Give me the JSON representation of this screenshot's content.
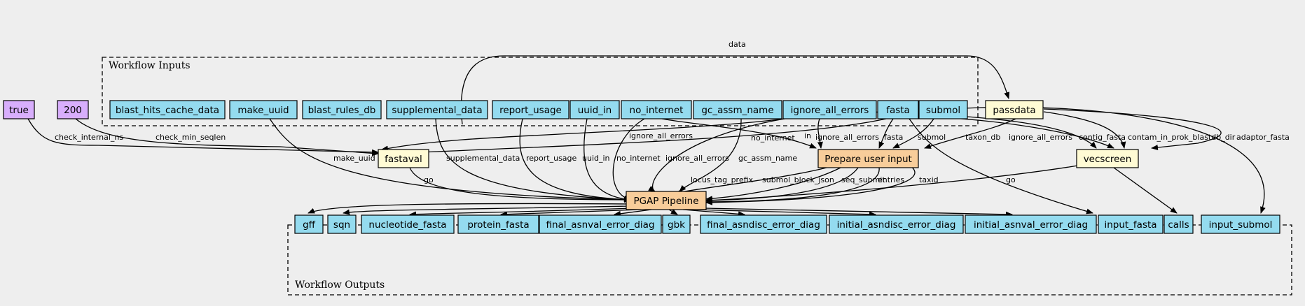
{
  "colors": {
    "input": "#94dbef",
    "prompt": "#d8aefc",
    "step": "#fffbd4",
    "main": "#f8cd9a",
    "background": "#eeeeee"
  },
  "clusters": {
    "inputs": "Workflow Inputs",
    "outputs": "Workflow Outputs"
  },
  "nodes": {
    "true": "true",
    "n200": "200",
    "blast_hits_cache_data": "blast_hits_cache_data",
    "make_uuid": "make_uuid",
    "blast_rules_db": "blast_rules_db",
    "supplemental_data": "supplemental_data",
    "report_usage": "report_usage",
    "uuid_in": "uuid_in",
    "no_internet": "no_internet",
    "gc_assm_name": "gc_assm_name",
    "ignore_all_errors": "ignore_all_errors",
    "fasta": "fasta",
    "submol": "submol",
    "passdata": "passdata",
    "fastaval": "fastaval",
    "prepare": "Prepare user input",
    "vecscreen": "vecscreen",
    "pgap": "PGAP Pipeline",
    "gff": "gff",
    "sqn": "sqn",
    "nucleotide_fasta": "nucleotide_fasta",
    "protein_fasta": "protein_fasta",
    "final_asnval_error_diag": "final_asnval_error_diag",
    "gbk": "gbk",
    "final_asndisc_error_diag": "final_asndisc_error_diag",
    "initial_asndisc_error_diag": "initial_asndisc_error_diag",
    "initial_asnval_error_diag": "initial_asnval_error_diag",
    "input_fasta": "input_fasta",
    "calls": "calls",
    "input_submol": "input_submol"
  },
  "edge_labels": {
    "data": "data",
    "check_internal_ns": "check_internal_ns",
    "check_min_seqlen": "check_min_seqlen",
    "ignore_all_errors": "ignore_all_errors",
    "in": "in",
    "no_internet": "no_internet",
    "fasta": "fasta",
    "submol": "submol",
    "taxon_db": "taxon_db",
    "contig_fasta": "contig_fasta",
    "contam_in_prok_blastdb_dir": "contam_in_prok_blastdb_dir",
    "adaptor_fasta": "adaptor_fasta",
    "make_uuid": "make_uuid",
    "supplemental_data": "supplemental_data",
    "report_usage": "report_usage",
    "uuid_in": "uuid_in",
    "gc_assm_name": "gc_assm_name",
    "go": "go",
    "locus_tag_prefix": "locus_tag_prefix",
    "submol_block_json": "submol_block_json",
    "seq_submit": "seq_submit",
    "entries": "entries",
    "taxid": "taxid"
  }
}
